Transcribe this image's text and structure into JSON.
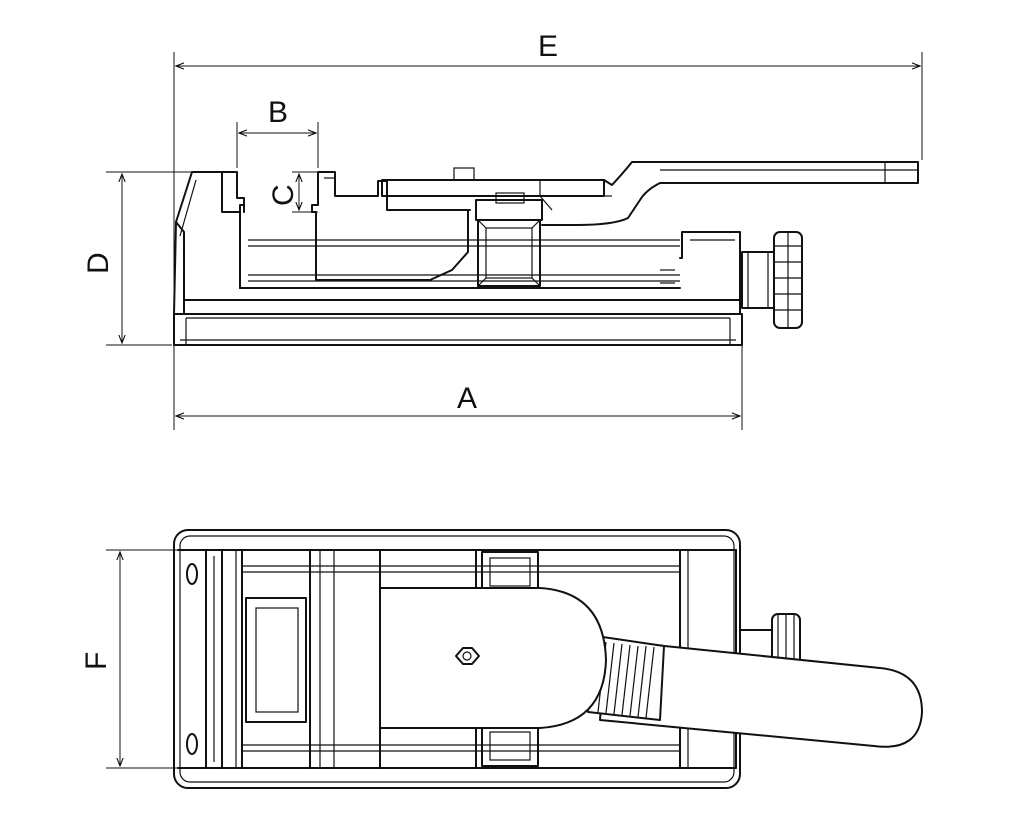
{
  "dimension_labels": {
    "a": "A",
    "b": "B",
    "c": "C",
    "d": "D",
    "e": "E",
    "f": "F"
  }
}
